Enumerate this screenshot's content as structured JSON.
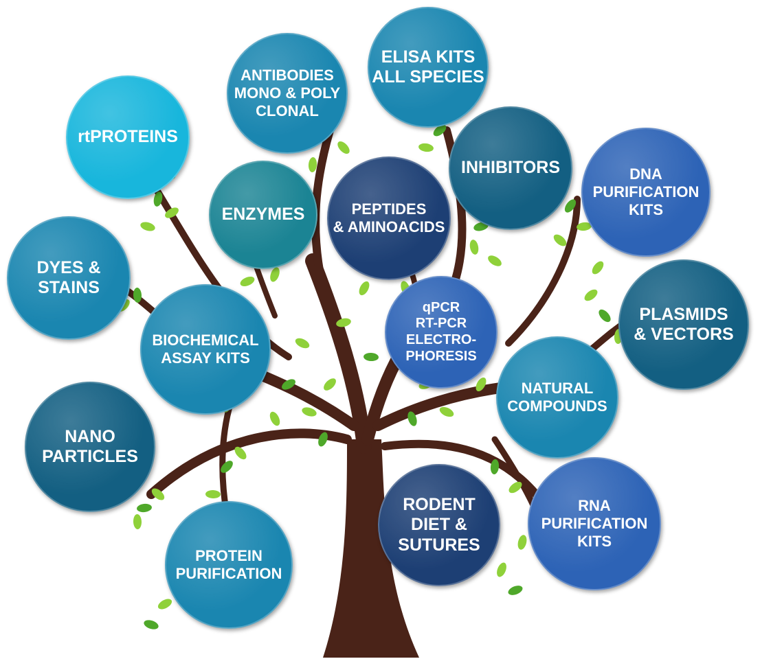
{
  "colors": {
    "trunk": "#4a2318",
    "leaf_light": "#8fd13a",
    "leaf_dark": "#4fa82a",
    "cyan": "#18b6dc",
    "teal": "#1b8494",
    "steel": "#1a86b0",
    "navy": "#1d3f74",
    "blue": "#2d63b6",
    "deep_teal": "#135f82"
  },
  "icons": [
    "leaf-icon"
  ],
  "categories": [
    {
      "id": "antibodies",
      "lines": [
        "ANTIBODIES",
        "MONO & POLY",
        "CLONAL"
      ],
      "color": "#1a86b0"
    },
    {
      "id": "elisa-kits",
      "lines": [
        "ELISA KITS",
        "ALL SPECIES"
      ],
      "color": "#1a86b0"
    },
    {
      "id": "rtproteins",
      "lines": [
        "rtPROTEINS"
      ],
      "color": "#18b6dc"
    },
    {
      "id": "inhibitors",
      "lines": [
        "INHIBITORS"
      ],
      "color": "#135f82"
    },
    {
      "id": "enzymes",
      "lines": [
        "ENZYMES"
      ],
      "color": "#1b8494"
    },
    {
      "id": "peptides",
      "lines": [
        "PEPTIDES",
        "& AMINOACIDS"
      ],
      "color": "#1d3f74"
    },
    {
      "id": "dna-purification",
      "lines": [
        "DNA",
        "PURIFICATION",
        "KITS"
      ],
      "color": "#2d63b6"
    },
    {
      "id": "dyes-stains",
      "lines": [
        "DYES &",
        "STAINS"
      ],
      "color": "#1a86b0"
    },
    {
      "id": "qpcr",
      "lines": [
        "qPCR",
        "RT-PCR",
        "ELECTRO-",
        "PHORESIS"
      ],
      "color": "#2d63b6"
    },
    {
      "id": "plasmids",
      "lines": [
        "PLASMIDS",
        "& VECTORS"
      ],
      "color": "#135f82"
    },
    {
      "id": "biochemical",
      "lines": [
        "BIOCHEMICAL",
        "ASSAY KITS"
      ],
      "color": "#1a86b0"
    },
    {
      "id": "natural-compounds",
      "lines": [
        "NATURAL",
        "COMPOUNDS"
      ],
      "color": "#1a86b0"
    },
    {
      "id": "nano-particles",
      "lines": [
        "NANO",
        "PARTICLES"
      ],
      "color": "#135f82"
    },
    {
      "id": "rodent-diet",
      "lines": [
        "RODENT",
        "DIET &",
        "SUTURES"
      ],
      "color": "#1d3f74"
    },
    {
      "id": "rna-purification",
      "lines": [
        "RNA",
        "PURIFICATION",
        "KITS"
      ],
      "color": "#2d63b6"
    },
    {
      "id": "protein-purification",
      "lines": [
        "PROTEIN",
        "PURIFICATION"
      ],
      "color": "#1a86b0"
    }
  ]
}
